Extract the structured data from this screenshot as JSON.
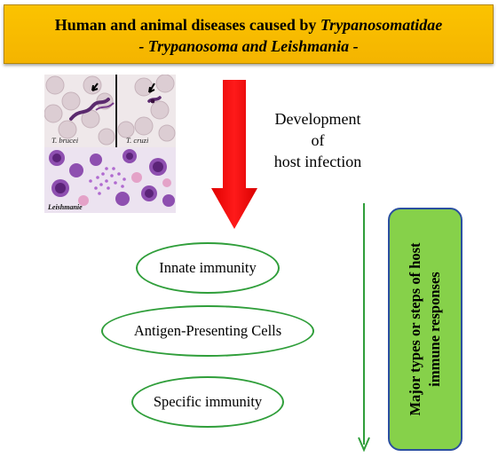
{
  "banner": {
    "line1_prefix": "Human and animal diseases caused by ",
    "line1_italic": "Trypanosomatidae",
    "line2": "- Trypanosoma and Leishmania -"
  },
  "micrographs": {
    "left_label": "T. brucei",
    "right_label": "T. cruzi",
    "bottom_label": "Leishmanie"
  },
  "development_text": [
    "Development",
    "of",
    "host infection"
  ],
  "stages": [
    "Innate immunity",
    "Antigen-Presenting Cells",
    "Specific immunity"
  ],
  "side_box": {
    "line1": "Major types or steps of host",
    "line2": "immune responses"
  },
  "colors": {
    "banner": "#f4b400",
    "big_arrow": "#ff0000",
    "oval_border": "#2f9e3a",
    "side_box_fill": "#86d14a",
    "side_box_border": "#2b4fa0",
    "thin_arrow": "#2f9e3a"
  }
}
